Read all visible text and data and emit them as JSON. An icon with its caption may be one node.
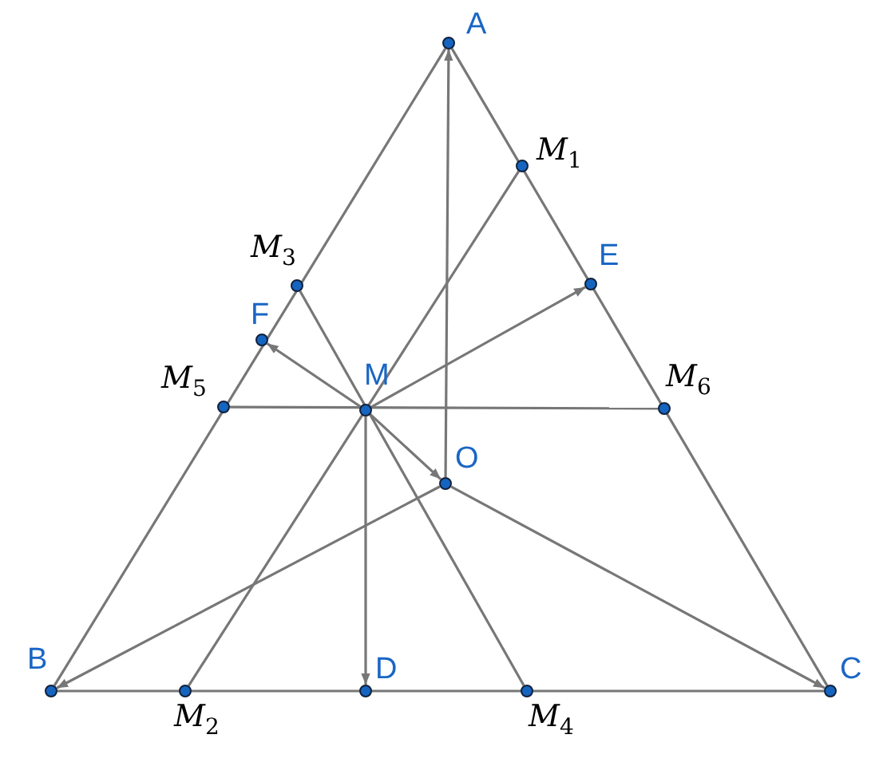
{
  "diagram": {
    "nodes": [
      {
        "text": [
          "A"
        ]
      },
      {
        "text": [
          "M$_{1}$"
        ]
      },
      {
        "text": [
          "M$_{3}$"
        ]
      },
      {
        "text": [
          "E"
        ]
      },
      {
        "text": [
          "F"
        ]
      },
      {
        "text": [
          "M"
        ]
      },
      {
        "text": [
          "M$_{5}$"
        ]
      },
      {
        "text": [
          "M$_{6}$"
        ]
      },
      {
        "text": [
          "O"
        ]
      },
      {
        "text": [
          "B"
        ]
      },
      {
        "text": [
          "D"
        ]
      },
      {
        "text": [
          "C"
        ]
      },
      {
        "text": [
          "M$_{2}$"
        ]
      },
      {
        "text": [
          "M$_{4}$"
        ]
      }
    ],
    "edges": [
      {
        "from": 0,
        "to": 9,
        "arrow": "none"
      },
      {
        "from": 9,
        "to": 11,
        "arrow": "none"
      },
      {
        "from": 11,
        "to": 0,
        "arrow": "none"
      },
      {
        "from": 1,
        "to": 12,
        "arrow": "none"
      },
      {
        "from": 2,
        "to": 13,
        "arrow": "none"
      },
      {
        "from": 6,
        "to": 7,
        "arrow": "none"
      },
      {
        "from": 8,
        "to": 0,
        "arrow": "to"
      },
      {
        "from": 8,
        "to": 9,
        "arrow": "to"
      },
      {
        "from": 8,
        "to": 11,
        "arrow": "to"
      },
      {
        "from": 5,
        "to": 10,
        "arrow": "to"
      },
      {
        "from": 5,
        "to": 3,
        "arrow": "to"
      },
      {
        "from": 5,
        "to": 4,
        "arrow": "to"
      },
      {
        "from": 5,
        "to": 8,
        "arrow": "to"
      }
    ]
  }
}
